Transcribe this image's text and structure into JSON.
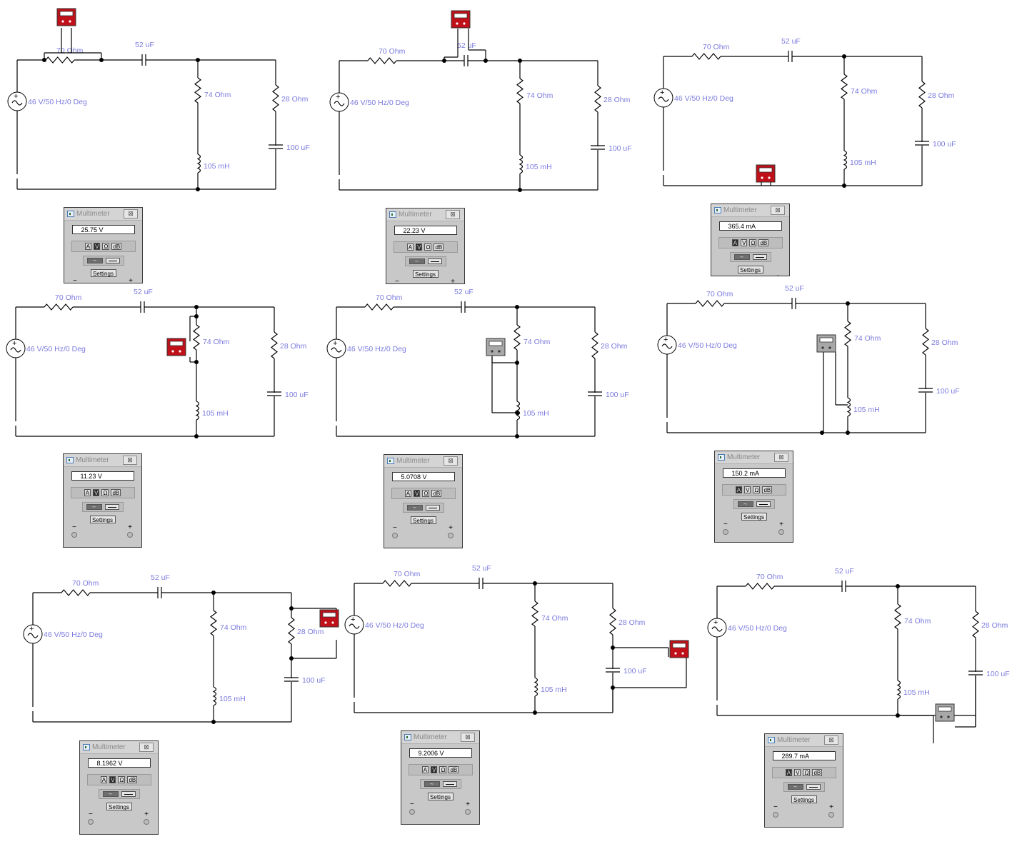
{
  "circuit": {
    "source_label": "46 V/50 Hz/0 Deg",
    "r1_label": "70  Ohm",
    "c1_label": "52 uF",
    "r2_label": "74  Ohm",
    "r3_label": "28  Ohm",
    "l1_label": "105 mH",
    "c2_label": "100 uF"
  },
  "multimeter": {
    "title": "Multimeter",
    "close": "⊠",
    "btn_a": "A",
    "btn_v": "V",
    "btn_ohm": "Ω",
    "btn_db": "dB",
    "wave": "∼",
    "settings": "Settings",
    "minus": "−",
    "plus": "+"
  },
  "readings": [
    {
      "value": "25.75  V",
      "mode": "V"
    },
    {
      "value": "22.23  V",
      "mode": "V"
    },
    {
      "value": "365.4   mA",
      "mode": "A"
    },
    {
      "value": "11.23  V",
      "mode": "V"
    },
    {
      "value": "5.0708 V",
      "mode": "V"
    },
    {
      "value": "150.2   mA",
      "mode": "A"
    },
    {
      "value": "8.1962 V",
      "mode": "V"
    },
    {
      "value": "9.2006 V",
      "mode": "V"
    },
    {
      "value": "289.7   mA",
      "mode": "A"
    }
  ],
  "colors": {
    "label": "#7b7bdf",
    "meter_active": "#c0101a",
    "meter_idle": "#a8a8a8"
  },
  "icons": [
    "ac-source-icon",
    "resistor-icon",
    "capacitor-icon",
    "inductor-icon",
    "meter-icon",
    "close-icon"
  ]
}
